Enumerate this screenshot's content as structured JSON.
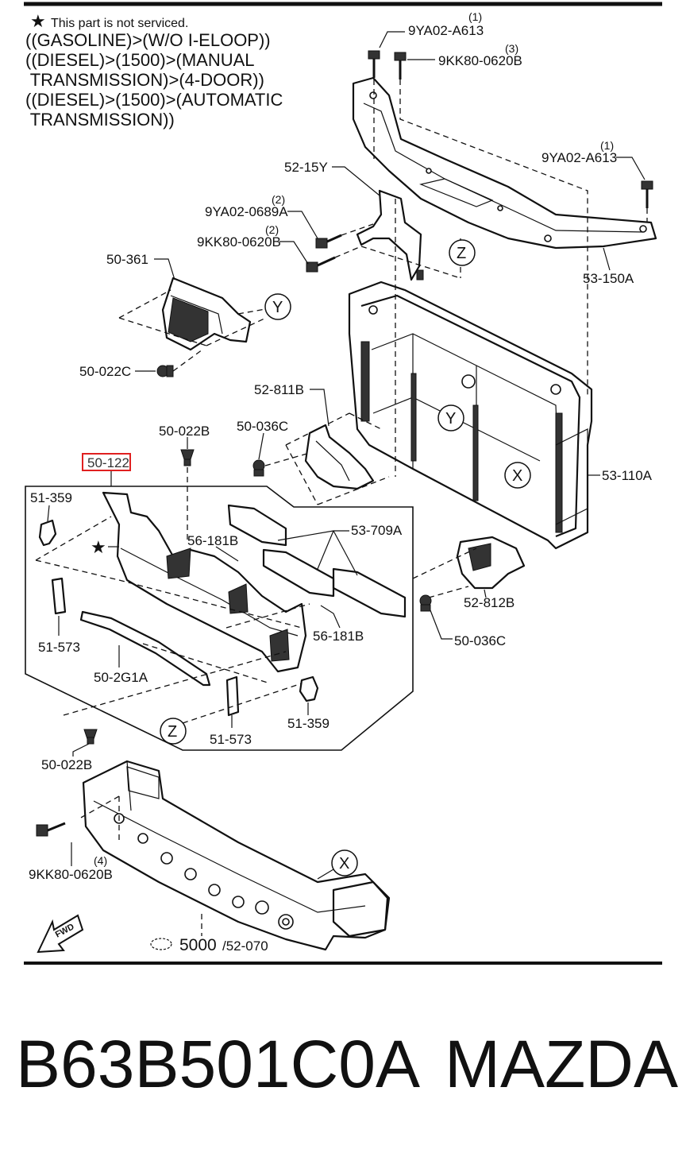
{
  "note": {
    "star_text": "This part is not serviced.",
    "lines": [
      "((GASOLINE)>(W/O I-ELOOP))",
      "((DIESEL)>(1500)>(MANUAL",
      " TRANSMISSION)>(4-DOOR))",
      "((DIESEL)>(1500)>(AUTOMATIC",
      " TRANSMISSION))"
    ]
  },
  "callouts": {
    "bolt_a613_left": {
      "code": "9YA02-A613",
      "qty": "(1)"
    },
    "bolt_0620b_top": {
      "code": "9KK80-0620B",
      "qty": "(3)"
    },
    "bolt_a613_right": {
      "code": "9YA02-A613",
      "qty": "(1)"
    },
    "bracket_15y": {
      "code": "52-15Y"
    },
    "bolt_0689a": {
      "code": "9YA02-0689A",
      "qty": "(2)"
    },
    "bolt_0620b_mid": {
      "code": "9KK80-0620B",
      "qty": "(2)"
    },
    "duct_361": {
      "code": "50-361"
    },
    "clip_022c": {
      "code": "50-022C"
    },
    "upper_150a": {
      "code": "53-150A"
    },
    "guide_811b": {
      "code": "52-811B"
    },
    "clip_022b_top": {
      "code": "50-022B"
    },
    "clip_036c_top": {
      "code": "50-036C"
    },
    "highlighted_122": {
      "code": "50-122"
    },
    "radiator_110a": {
      "code": "53-110A"
    },
    "stay_359_left": {
      "code": "51-359"
    },
    "absorber_709a": {
      "code": "53-709A"
    },
    "clip_181b_top": {
      "code": "56-181B"
    },
    "guide_812b": {
      "code": "52-812B"
    },
    "clip_181b_bottom": {
      "code": "56-181B"
    },
    "clip_036c_bottom": {
      "code": "50-036C"
    },
    "pad_573_left": {
      "code": "51-573"
    },
    "strip_2g1a": {
      "code": "50-2G1A"
    },
    "pad_573_bottom": {
      "code": "51-573"
    },
    "stay_359_right": {
      "code": "51-359"
    },
    "clip_022b_bottom": {
      "code": "50-022B"
    },
    "bolt_0620b_bottom": {
      "code": "9KK80-0620B",
      "qty": "(4)"
    },
    "ref_5000": {
      "code": "5000",
      "sub": "/52-070"
    }
  },
  "markers": {
    "x": "X",
    "y": "Y",
    "z": "Z"
  },
  "fwd_label": "FWD",
  "footer": {
    "part_number": "B63B501C0A",
    "brand": "MAZDA"
  },
  "colors": {
    "highlight": "#e02020",
    "ink": "#111111"
  }
}
